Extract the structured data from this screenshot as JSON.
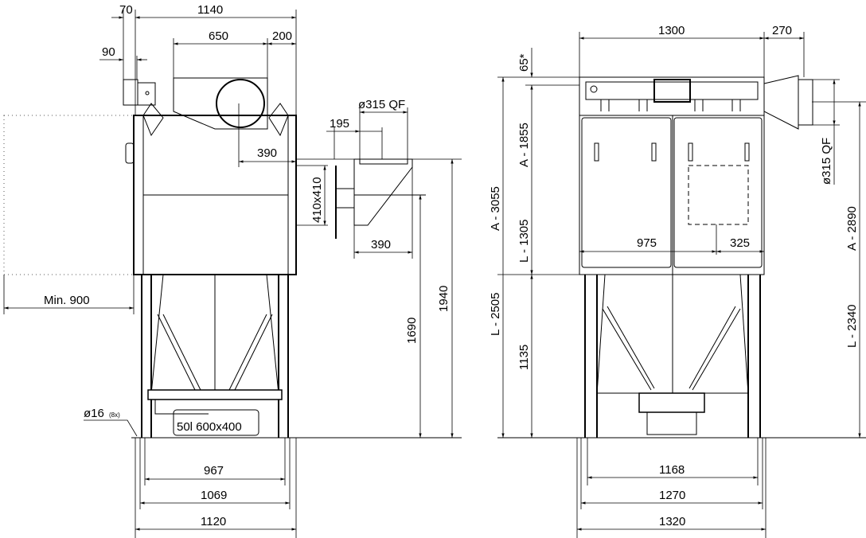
{
  "side_view": {
    "dims": {
      "d70": "70",
      "d1140": "1140",
      "d650": "650",
      "d200": "200",
      "d90": "90",
      "d390_top": "390",
      "d410": "410x410",
      "d315": "ø315 QF",
      "d195": "195",
      "d390_outlet": "390",
      "d1690": "1690",
      "d1940": "1940",
      "min900": "Min. 900",
      "d16": "ø16",
      "d16_count": "(8x)",
      "d967": "967",
      "d1069": "1069",
      "d1120": "1120"
    },
    "bin_label": "50l 600x400"
  },
  "front_view": {
    "dims": {
      "d1300": "1300",
      "d270": "270",
      "d65": "65*",
      "a3055": "A - 3055",
      "l2505": "L - 2505",
      "a1855": "A - 1855",
      "l1305": "L - 1305",
      "d1135": "1135",
      "d975": "975",
      "d325": "325",
      "d315": "ø315 QF",
      "a2890": "A - 2890",
      "l2340": "L - 2340",
      "d1168": "1168",
      "d1270": "1270",
      "d1320": "1320"
    }
  }
}
